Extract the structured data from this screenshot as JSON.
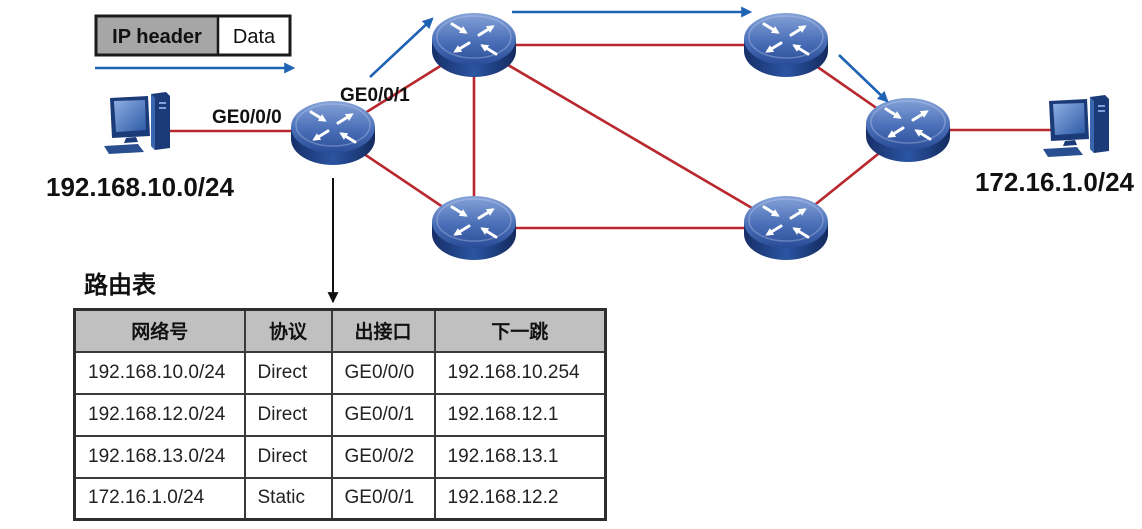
{
  "packet": {
    "header_label": "IP header",
    "data_label": "Data"
  },
  "interface_labels": {
    "ingress": "GE0/0/0",
    "egress": "GE0/0/1"
  },
  "networks": {
    "source": "192.168.10.0/24",
    "destination": "172.16.1.0/24"
  },
  "routing_table": {
    "title": "路由表",
    "columns": [
      "网络号",
      "协议",
      "出接口",
      "下一跳"
    ],
    "rows": [
      [
        "192.168.10.0/24",
        "Direct",
        "GE0/0/0",
        "192.168.10.254"
      ],
      [
        "192.168.12.0/24",
        "Direct",
        "GE0/0/1",
        "192.168.12.1"
      ],
      [
        "192.168.13.0/24",
        "Direct",
        "GE0/0/2",
        "192.168.13.1"
      ],
      [
        "172.16.1.0/24",
        "Static",
        "GE0/0/1",
        "192.168.12.2"
      ]
    ]
  },
  "icons": {
    "host": "pc-icon",
    "router": "router-icon",
    "flow": "arrow-icon"
  },
  "colors": {
    "link": "#b8282e",
    "flow_arrow": "#1f63b5",
    "table_header_bg": "#c0c0c0",
    "router": "#2c4f9c",
    "pointer_arrow": "#111111"
  }
}
